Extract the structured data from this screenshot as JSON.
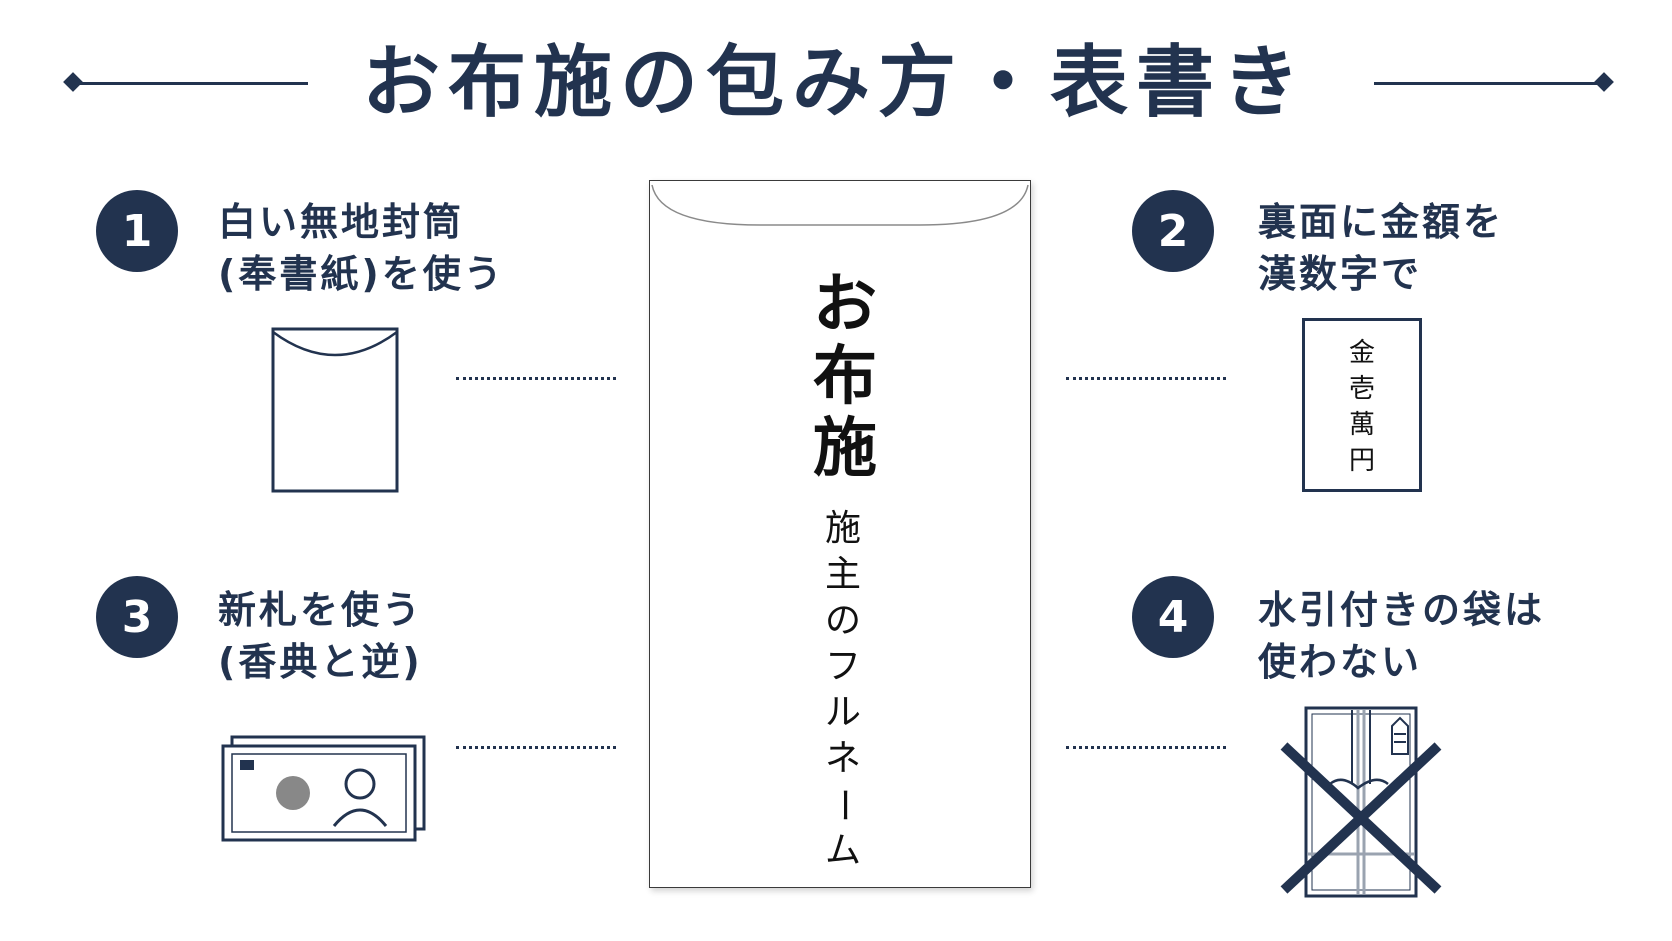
{
  "title": "お布施の包み方・表書き",
  "steps": [
    {
      "number": "1",
      "lines": [
        "白い無地封筒",
        "(奉書紙)を使う"
      ]
    },
    {
      "number": "2",
      "lines": [
        "裏面に金額を",
        "漢数字で"
      ]
    },
    {
      "number": "3",
      "lines": [
        "新札を使う",
        "(香典と逆)"
      ]
    },
    {
      "number": "4",
      "lines": [
        "水引付きの袋は",
        "使わない"
      ]
    }
  ],
  "envelope": {
    "main_chars": [
      "お",
      "布",
      "施"
    ],
    "name_chars": [
      "施",
      "主",
      "の",
      "フ",
      "ル",
      "ネ",
      "ー",
      "ム"
    ]
  },
  "money_card": {
    "chars": [
      "金",
      "壱",
      "萬",
      "円"
    ]
  },
  "icons": {
    "step1": "plain-envelope-icon",
    "step2": "amount-card-icon",
    "step3": "banknote-icon",
    "step4": "crossed-mizuhiki-envelope-icon"
  },
  "colors": {
    "primary": "#22334f",
    "background": "#ffffff"
  }
}
